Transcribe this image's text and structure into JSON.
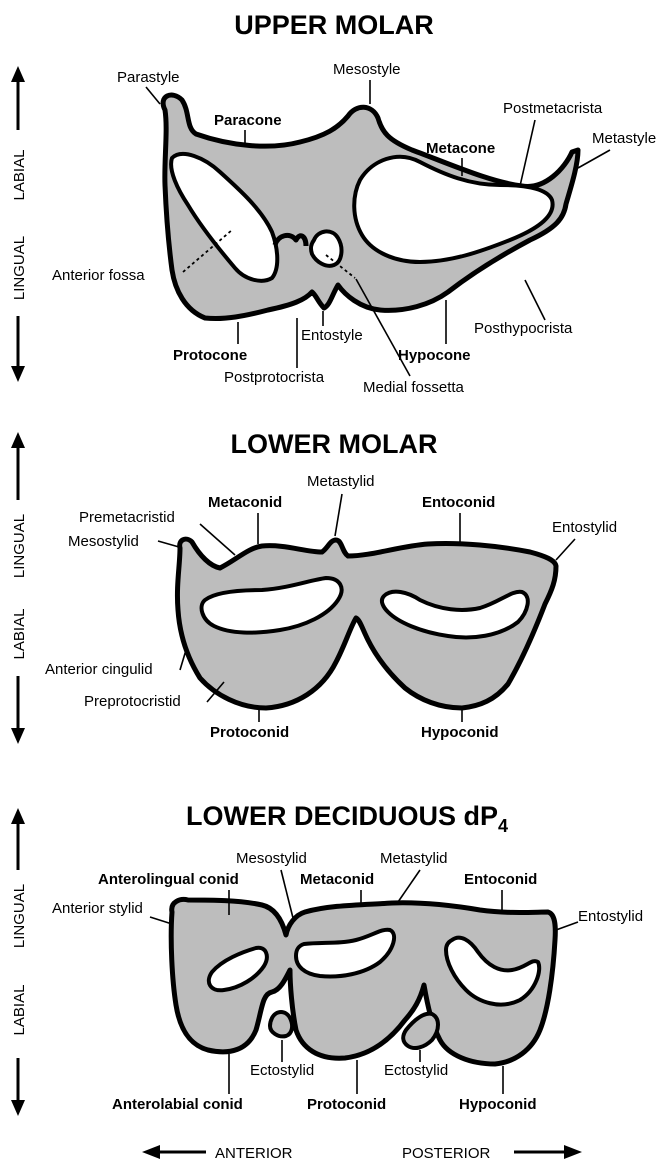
{
  "upper_molar": {
    "title": "UPPER MOLAR",
    "side_top": "LABIAL",
    "side_bottom": "LINGUAL",
    "labels": {
      "parastyle": "Parastyle",
      "paracone": "Paracone",
      "mesostyle": "Mesostyle",
      "postmetacrista": "Postmetacrista",
      "metastyle": "Metastyle",
      "metacone": "Metacone",
      "anterior_fossa": "Anterior fossa",
      "entostyle": "Entostyle",
      "posthypocrista": "Posthypocrista",
      "protocone": "Protocone",
      "hypocone": "Hypocone",
      "postprotocrista": "Postprotocrista",
      "medial_fossetta": "Medial fossetta"
    }
  },
  "lower_molar": {
    "title": "LOWER MOLAR",
    "side_top": "LINGUAL",
    "side_bottom": "LABIAL",
    "labels": {
      "metastylid": "Metastylid",
      "metaconid": "Metaconid",
      "entoconid": "Entoconid",
      "premetacristid": "Premetacristid",
      "entostylid": "Entostylid",
      "mesostylid": "Mesostylid",
      "anterior_cingulid": "Anterior cingulid",
      "preprotocristid": "Preprotocristid",
      "protoconid": "Protoconid",
      "hypoconid": "Hypoconid"
    }
  },
  "lower_deciduous": {
    "title_main": "LOWER DECIDUOUS dP",
    "title_sub": "4",
    "side_top": "LINGUAL",
    "side_bottom": "LABIAL",
    "labels": {
      "mesostylid": "Mesostylid",
      "metastylid": "Metastylid",
      "anterolingual_conid": "Anterolingual conid",
      "metaconid": "Metaconid",
      "entoconid": "Entoconid",
      "anterior_stylid": "Anterior stylid",
      "entostylid": "Entostylid",
      "ectostylid_1": "Ectostylid",
      "ectostylid_2": "Ectostylid",
      "anterolabial_conid": "Anterolabial conid",
      "protoconid": "Protoconid",
      "hypoconid": "Hypoconid"
    }
  },
  "bottom_axis": {
    "left": "ANTERIOR",
    "right": "POSTERIOR"
  },
  "colors": {
    "tooth_fill": "#bdbdbd",
    "outline": "#000000",
    "background": "#ffffff"
  }
}
